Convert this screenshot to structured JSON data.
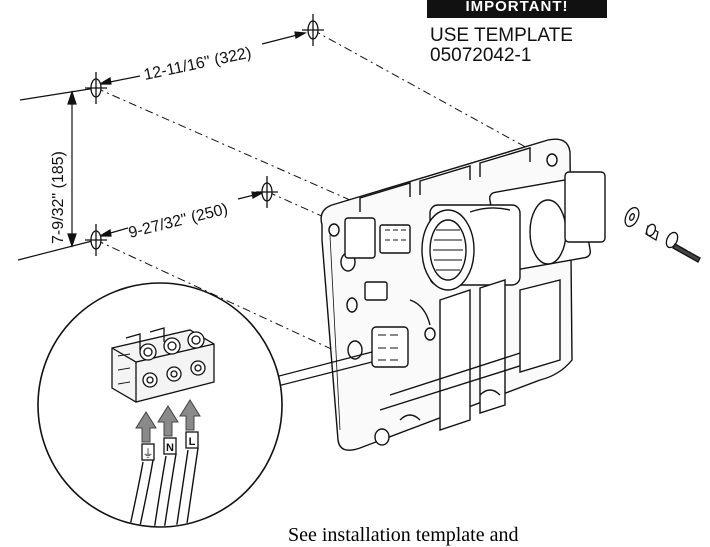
{
  "banner": {
    "text": "IMPORTANT!"
  },
  "template_note": {
    "line1": "USE TEMPLATE",
    "line2": "05072042-1"
  },
  "dimensions": {
    "top_width": "12-11/16\" (322)",
    "height": "7-9/32\" (185)",
    "lower_width": "9-27/32\" (250)"
  },
  "terminals": {
    "ground": "⏚",
    "neutral": "N",
    "line": "L"
  },
  "caption": {
    "text": "See installation template and"
  },
  "colors": {
    "ink": "#111111",
    "banner_bg": "#111111",
    "arrow_fill": "#8a8a8a"
  }
}
